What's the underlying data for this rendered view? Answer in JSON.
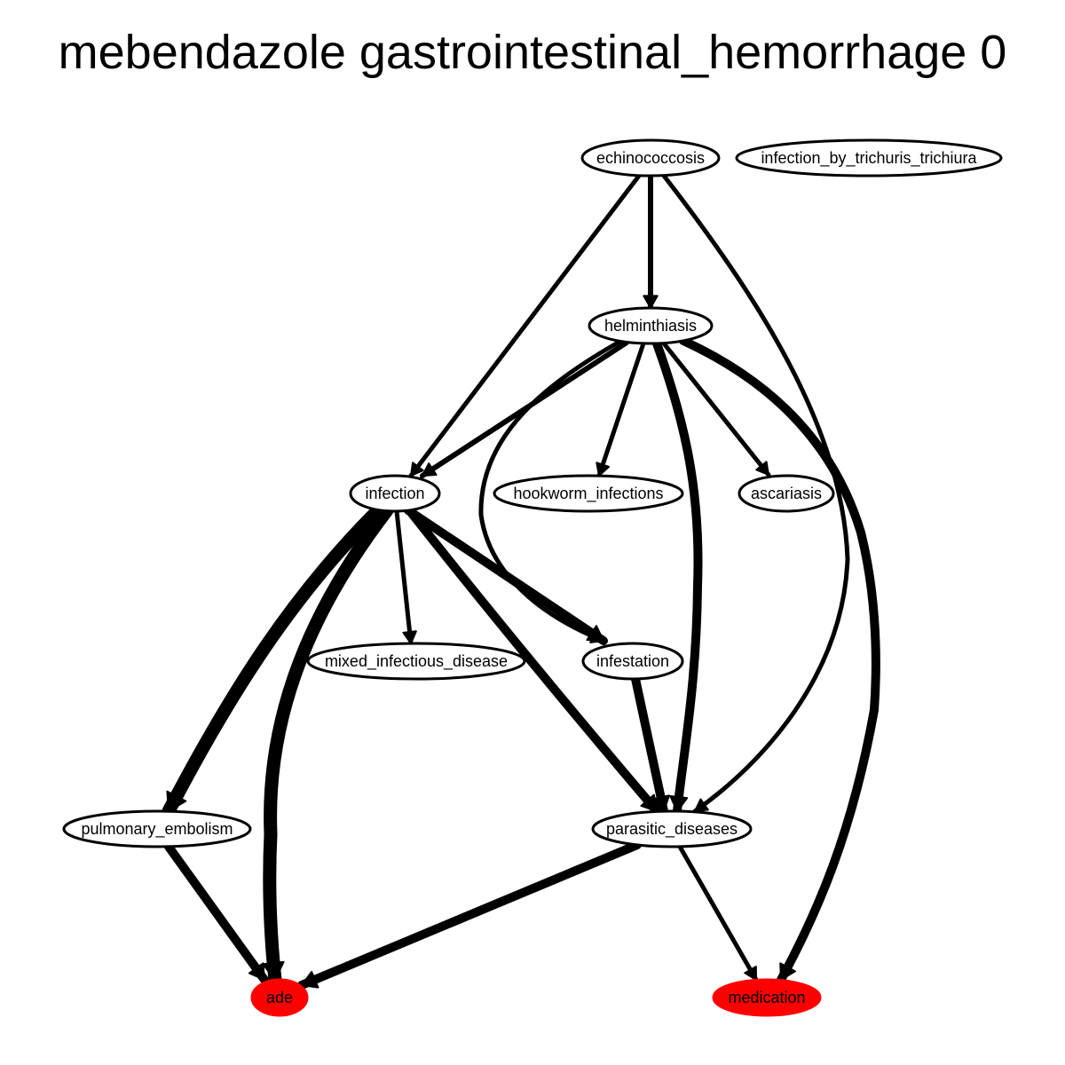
{
  "title": "mebendazole gastrointestinal_hemorrhage 0",
  "colors": {
    "highlight": "#ff0000",
    "node_fill": "#ffffff",
    "stroke": "#000000"
  },
  "nodes": [
    {
      "id": "echinococcosis",
      "label": "echinococcosis",
      "highlight": false
    },
    {
      "id": "infection_by_trichuris_trichiura",
      "label": "infection_by_trichuris_trichiura",
      "highlight": false
    },
    {
      "id": "helminthiasis",
      "label": "helminthiasis",
      "highlight": false
    },
    {
      "id": "infection",
      "label": "infection",
      "highlight": false
    },
    {
      "id": "hookworm_infections",
      "label": "hookworm_infections",
      "highlight": false
    },
    {
      "id": "ascariasis",
      "label": "ascariasis",
      "highlight": false
    },
    {
      "id": "mixed_infectious_disease",
      "label": "mixed_infectious_disease",
      "highlight": false
    },
    {
      "id": "infestation",
      "label": "infestation",
      "highlight": false
    },
    {
      "id": "pulmonary_embolism",
      "label": "pulmonary_embolism",
      "highlight": false
    },
    {
      "id": "parasitic_diseases",
      "label": "parasitic_diseases",
      "highlight": false
    },
    {
      "id": "ade",
      "label": "ade",
      "highlight": true
    },
    {
      "id": "medication",
      "label": "medication",
      "highlight": true
    }
  ],
  "edges": [
    {
      "from": "echinococcosis",
      "to": "helminthiasis",
      "weight": "medium"
    },
    {
      "from": "echinococcosis",
      "to": "infection",
      "weight": "thin"
    },
    {
      "from": "echinococcosis",
      "to": "parasitic_diseases",
      "weight": "thin"
    },
    {
      "from": "helminthiasis",
      "to": "infection",
      "weight": "medium"
    },
    {
      "from": "helminthiasis",
      "to": "hookworm_infections",
      "weight": "thin"
    },
    {
      "from": "helminthiasis",
      "to": "ascariasis",
      "weight": "thin"
    },
    {
      "from": "helminthiasis",
      "to": "parasitic_diseases",
      "weight": "heavy"
    },
    {
      "from": "helminthiasis",
      "to": "infestation",
      "weight": "thin"
    },
    {
      "from": "helminthiasis",
      "to": "medication",
      "weight": "heavy"
    },
    {
      "from": "infection",
      "to": "mixed_infectious_disease",
      "weight": "thin"
    },
    {
      "from": "infection",
      "to": "infestation",
      "weight": "heavy"
    },
    {
      "from": "infection",
      "to": "parasitic_diseases",
      "weight": "heavy"
    },
    {
      "from": "infection",
      "to": "pulmonary_embolism",
      "weight": "heaviest"
    },
    {
      "from": "infection",
      "to": "ade",
      "weight": "heaviest"
    },
    {
      "from": "infestation",
      "to": "parasitic_diseases",
      "weight": "heavy"
    },
    {
      "from": "pulmonary_embolism",
      "to": "ade",
      "weight": "heavy"
    },
    {
      "from": "parasitic_diseases",
      "to": "ade",
      "weight": "heavy"
    },
    {
      "from": "parasitic_diseases",
      "to": "medication",
      "weight": "thin"
    }
  ]
}
